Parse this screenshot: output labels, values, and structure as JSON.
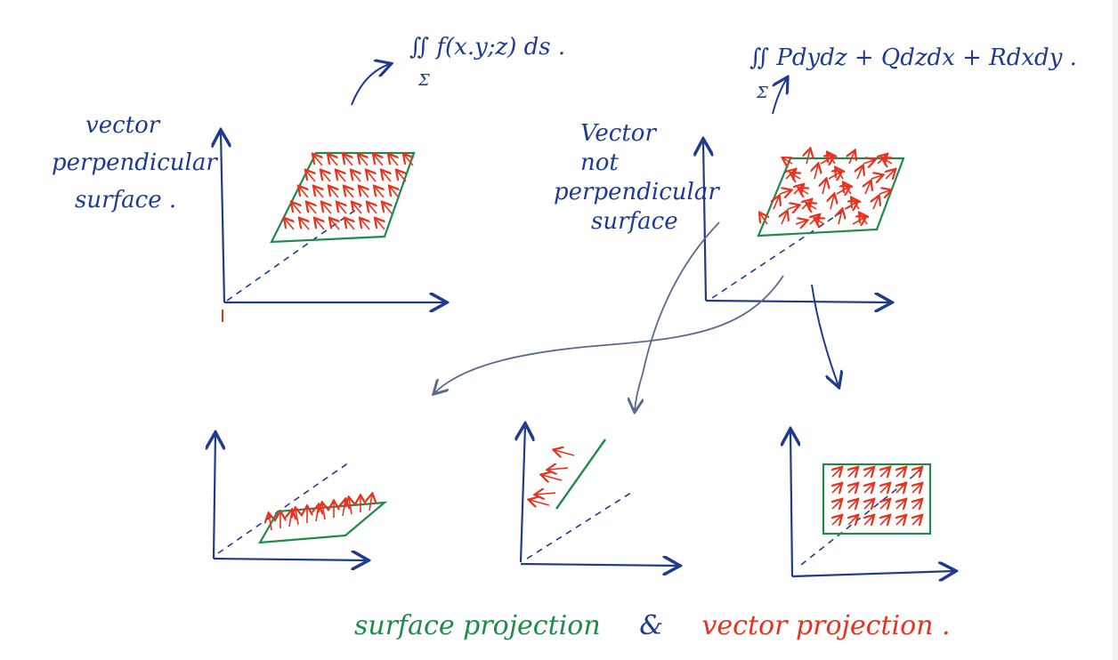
{
  "formulas": {
    "scalar_integral": "∬ f(x.y;z) ds .",
    "scalar_integral_sub": "Σ",
    "vector_integral": "∬ Pdydz + Qdzdx + Rdxdy .",
    "vector_integral_sub": "Σ"
  },
  "labels": {
    "left": [
      "vector",
      "perpendicular",
      "surface ."
    ],
    "right": [
      "Vector",
      "not",
      "perpendicular",
      "surface"
    ]
  },
  "legend": {
    "surface_projection": "surface projection",
    "ampersand": "&",
    "vector_projection": "vector projection ."
  },
  "colors": {
    "axis": "#1f3b8f",
    "surface": "#1f8a4c",
    "vector": "#e8321f",
    "flow_arrow": "#5a6a8a"
  }
}
